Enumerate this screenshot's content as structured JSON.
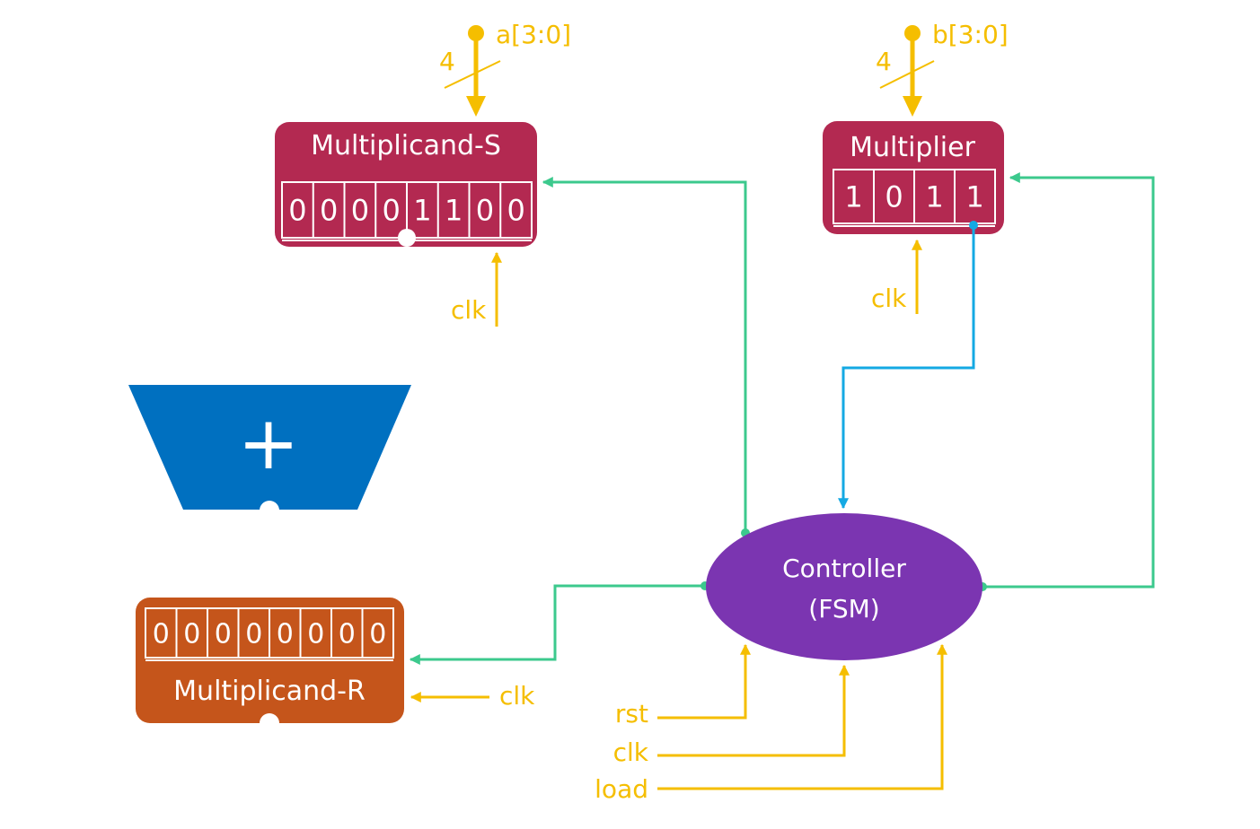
{
  "colors": {
    "signal": "#F5BE00",
    "control": "#3CC98D",
    "status": "#14A9E3",
    "multiplicand_s": "#B32951",
    "multiplier": "#B32951",
    "multiplicand_r": "#C5551B",
    "adder": "#0070C0",
    "controller": "#7B35B1"
  },
  "inputs": {
    "a": {
      "label": "a[3:0]",
      "width": "4"
    },
    "b": {
      "label": "b[3:0]",
      "width": "4"
    }
  },
  "multiplicand_s": {
    "title": "Multiplicand-S",
    "bits": [
      "0",
      "0",
      "0",
      "0",
      "1",
      "1",
      "0",
      "0"
    ],
    "clk": "clk"
  },
  "multiplier": {
    "title": "Multiplier",
    "bits": [
      "1",
      "0",
      "1",
      "1"
    ],
    "clk": "clk"
  },
  "adder": {
    "symbol": "+"
  },
  "multiplicand_r": {
    "title": "Multiplicand-R",
    "bits": [
      "0",
      "0",
      "0",
      "0",
      "0",
      "0",
      "0",
      "0"
    ],
    "clk": "clk"
  },
  "controller": {
    "line1": "Controller",
    "line2": "(FSM)"
  },
  "controller_inputs": {
    "rst": "rst",
    "clk": "clk",
    "load": "load"
  }
}
